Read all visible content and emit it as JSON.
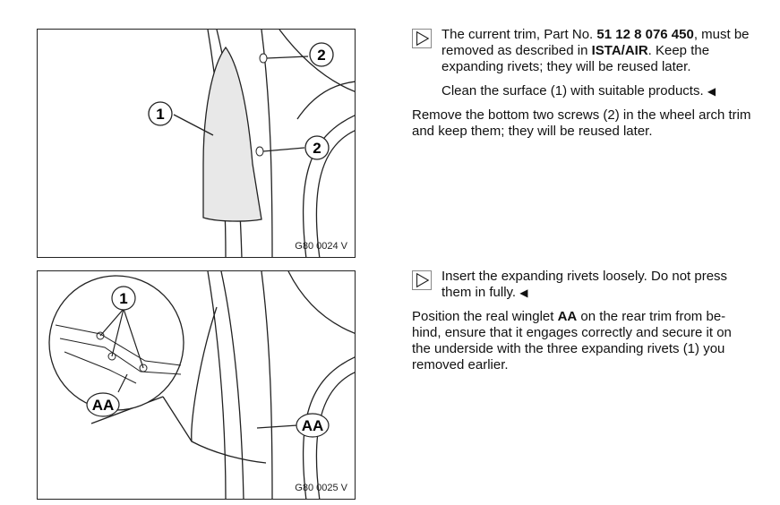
{
  "figures": [
    {
      "code": "G80 0024 V",
      "callouts": [
        "1",
        "2",
        "2"
      ]
    },
    {
      "code": "G80 0025 V",
      "callouts": [
        "1",
        "AA",
        "AA"
      ]
    }
  ],
  "section1": {
    "note_pre": "The current trim, Part No. ",
    "part_no": "51 12 8 076 450",
    "note_mid": ", must be removed as described in ",
    "ista": "ISTA/AIR",
    "note_post": ". Keep the expanding rivets; they will be reused later.",
    "clean": "Clean the surface (1) with suitable products.",
    "end_marker": "◀",
    "remove": "Remove the bottom two screws (2) in the wheel arch trim and keep them; they will be reused later."
  },
  "section2": {
    "note": "Insert the expanding rivets loosely. Do not press them in fully.",
    "end_marker": "◀",
    "pos_pre": "Position the real winglet ",
    "aa": "AA",
    "pos_post": " on the rear trim from be-hind, ensure that it engages correctly and secure it on the underside with the three expanding rivets (1) you removed earlier."
  }
}
